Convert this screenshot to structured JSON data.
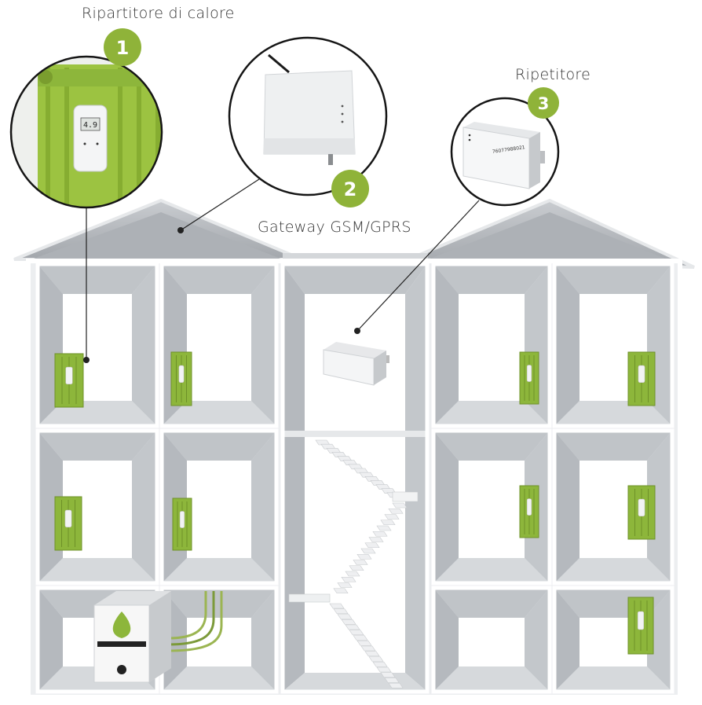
{
  "labels": {
    "heat_allocator": "Ripartitore di calore",
    "gateway": "Gateway GSM/GPRS",
    "repeater": "Ripetitore"
  },
  "badges": [
    "1",
    "2",
    "3"
  ],
  "allocator_display": "4.9",
  "repeater_serial": "76077988021",
  "colors": {
    "accent": "#8fb339",
    "radiator": "#8db63b",
    "radiator_dark": "#6e9128",
    "wall": "#c9ccd0",
    "wall_dark": "#a9adb2",
    "roof": "#b7bbc0"
  }
}
